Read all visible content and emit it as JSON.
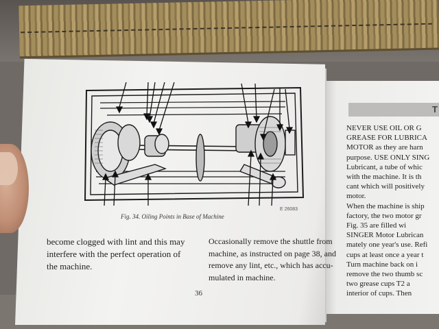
{
  "figure": {
    "caption": "Fig. 34. Oiling Points in Base of Machine",
    "signature": "E 26083"
  },
  "page_left": {
    "paragraph_left": [
      "become clogged with lint and this may",
      "interfere with the perfect operation of",
      "the machine."
    ],
    "paragraph_right": [
      "Occasionally remove the shuttle from",
      "machine, as instructed on page 38, and",
      "remove any lint, etc., which has accu-",
      "mulated in machine."
    ],
    "page_number": "36"
  },
  "page_right": {
    "header_mark": "T",
    "lines": [
      "NEVER USE OIL OR G",
      "GREASE FOR LUBRICA",
      "MOTOR as they are harn",
      "purpose. USE ONLY SING",
      "Lubricant, a tube of whic",
      "with the machine. It is th",
      "cant which will positively",
      "motor.",
      "When the machine is ship",
      "factory, the two motor gr",
      "Fig. 35 are filled wi",
      "SINGER Motor Lubrican",
      "mately one year's use. Refi",
      "cups at least once a year t",
      "Turn machine back on i",
      "remove the two thumb sc",
      "two grease cups T2 a",
      "interior of cups. Then"
    ]
  },
  "colors": {
    "paper": "#f1f1ef",
    "ink": "#222222",
    "strap": "#a38d5c",
    "background": "#6f6a66"
  }
}
